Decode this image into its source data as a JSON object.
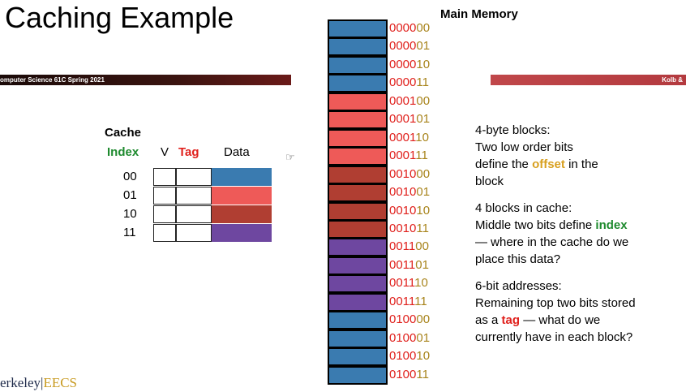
{
  "slide": {
    "title": "Caching Example",
    "course": "omputer Science 61C Spring 2021",
    "instructor": "Kolb &",
    "logo_left": "erkeley",
    "logo_sep": "|",
    "logo_right": "EECS"
  },
  "cache": {
    "label": "Cache",
    "headers": {
      "index": "Index",
      "v": "V",
      "tag": "Tag",
      "data": "Data"
    },
    "rows": [
      {
        "index": "00",
        "color": "#3a7bb0"
      },
      {
        "index": "01",
        "color": "#ee5a58"
      },
      {
        "index": "10",
        "color": "#b03e32"
      },
      {
        "index": "11",
        "color": "#6e47a0"
      }
    ]
  },
  "memory": {
    "title": "Main Memory",
    "blocks": [
      {
        "hi": "0000",
        "lo": "00",
        "color": "#3a7bb0"
      },
      {
        "hi": "0000",
        "lo": "01",
        "color": "#3a7bb0"
      },
      {
        "hi": "0000",
        "lo": "10",
        "color": "#3a7bb0"
      },
      {
        "hi": "0000",
        "lo": "11",
        "color": "#3a7bb0"
      },
      {
        "hi": "0001",
        "lo": "00",
        "color": "#ee5a58"
      },
      {
        "hi": "0001",
        "lo": "01",
        "color": "#ee5a58"
      },
      {
        "hi": "0001",
        "lo": "10",
        "color": "#ee5a58"
      },
      {
        "hi": "0001",
        "lo": "11",
        "color": "#ee5a58"
      },
      {
        "hi": "0010",
        "lo": "00",
        "color": "#b03e32"
      },
      {
        "hi": "0010",
        "lo": "01",
        "color": "#b03e32"
      },
      {
        "hi": "0010",
        "lo": "10",
        "color": "#b03e32"
      },
      {
        "hi": "0010",
        "lo": "11",
        "color": "#b03e32"
      },
      {
        "hi": "0011",
        "lo": "00",
        "color": "#6e47a0"
      },
      {
        "hi": "0011",
        "lo": "01",
        "color": "#6e47a0"
      },
      {
        "hi": "0011",
        "lo": "10",
        "color": "#6e47a0"
      },
      {
        "hi": "0011",
        "lo": "11",
        "color": "#6e47a0"
      },
      {
        "hi": "0100",
        "lo": "00",
        "color": "#3a7bb0"
      },
      {
        "hi": "0100",
        "lo": "01",
        "color": "#3a7bb0"
      },
      {
        "hi": "0100",
        "lo": "10",
        "color": "#3a7bb0"
      },
      {
        "hi": "0100",
        "lo": "11",
        "color": "#3a7bb0"
      }
    ]
  },
  "notes": {
    "p1_a": "4-byte blocks:",
    "p1_b": "Two low order bits",
    "p1_c": "define the ",
    "p1_kw": "offset",
    "p1_d": " in the",
    "p1_e": "block",
    "p2_a": "4 blocks in cache:",
    "p2_b": "Middle two bits define ",
    "p2_kw": "index",
    "p2_c": "— where in the cache do we",
    "p2_d": "place this data?",
    "p3_a": "6-bit addresses:",
    "p3_b": "Remaining top two bits stored",
    "p3_c": "as a ",
    "p3_kw": "tag",
    "p3_d": " — what do we",
    "p3_e": "currently have in each block?"
  }
}
